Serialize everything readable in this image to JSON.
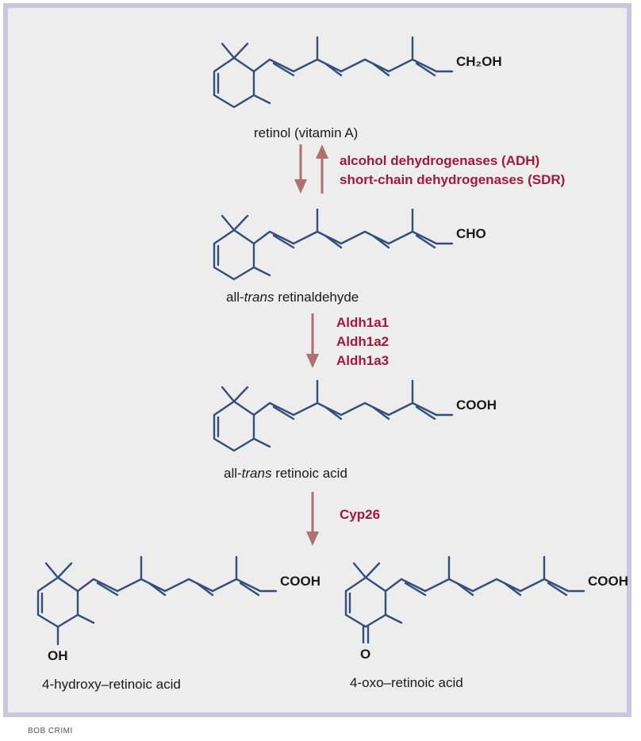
{
  "molecules": {
    "retinol": {
      "name": "retinol (vitamin A)",
      "end_group": "CH₂OH"
    },
    "retinaldehyde": {
      "name_prefix": "all-",
      "name_italic": "trans",
      "name_suffix": " retinaldehyde",
      "end_group": "CHO"
    },
    "retinoic_acid": {
      "name_prefix": "all-",
      "name_italic": "trans",
      "name_suffix": " retinoic acid",
      "end_group": "COOH"
    },
    "hydroxy": {
      "name": "4-hydroxy–retinoic acid",
      "end_group": "COOH",
      "ring_substituent": "OH"
    },
    "oxo": {
      "name": "4-oxo–retinoic acid",
      "end_group": "COOH",
      "ring_substituent": "O"
    }
  },
  "enzymes": {
    "step1": [
      "alcohol dehydrogenases (ADH)",
      "short-chain dehydrogenases (SDR)"
    ],
    "step2": [
      "Aldh1a1",
      "Aldh1a2",
      "Aldh1a3"
    ],
    "step3": [
      "Cyp26"
    ]
  },
  "credit": "BOB CRIMI",
  "colors": {
    "bond": "#334e7a",
    "enzyme": "#a11a3c",
    "arrow": "#b07070",
    "frame": "#c9c6de",
    "panel": "#ededed"
  }
}
